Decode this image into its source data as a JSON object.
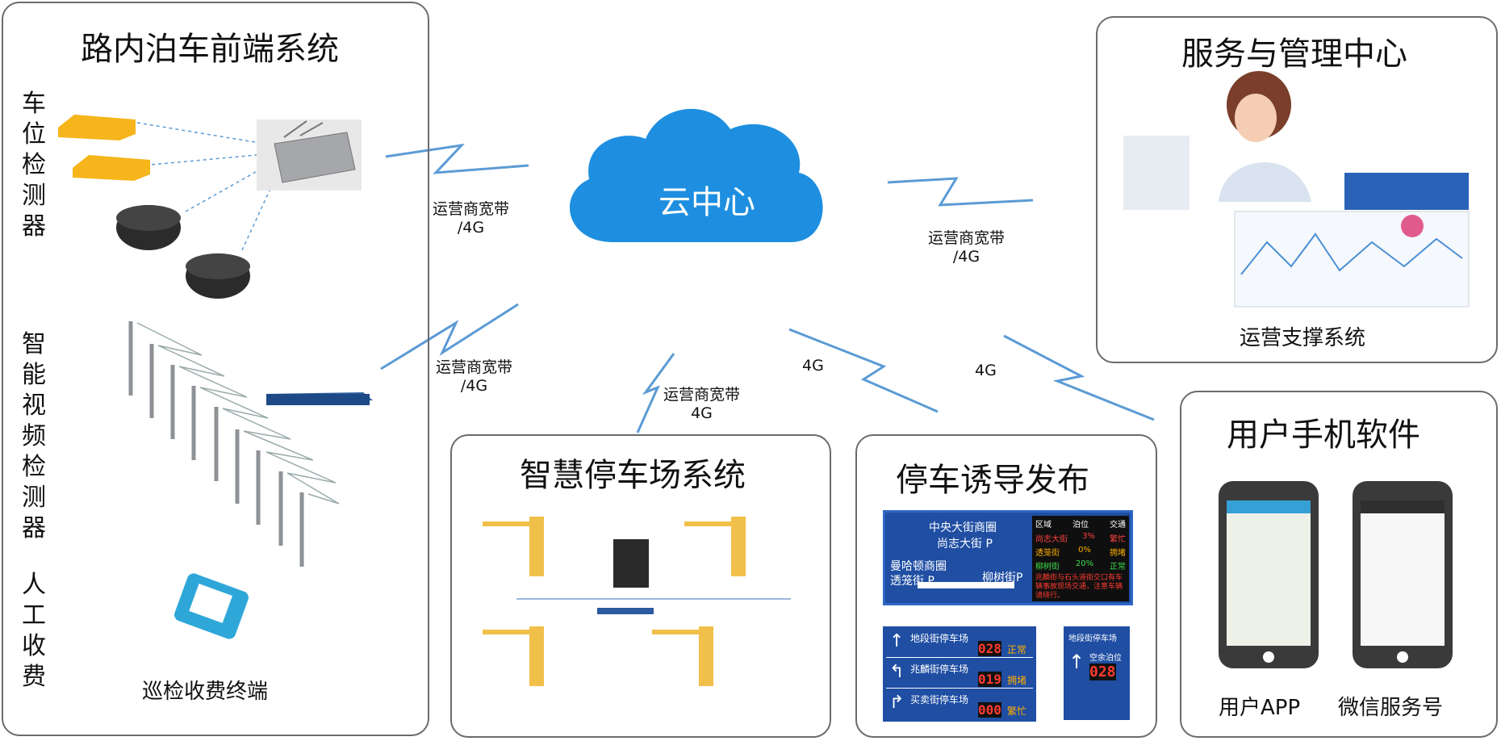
{
  "left_panel": {
    "title": "路内泊车前端系统",
    "detector_label": "车\n位\n检\n测\n器",
    "video_label": "智\n能\n视\n频\n检\n测\n器",
    "manual_label": "人\n工\n收\n费",
    "terminal_label": "巡检收费终端"
  },
  "cloud": {
    "label": "云中心"
  },
  "links": {
    "left_top": "运营商宽带\n/4G",
    "left_mid": "运营商宽带\n/4G",
    "center": "运营商宽带\n4G",
    "right_top": "运营商宽带\n/4G",
    "mid_right": "4G",
    "far_right": "4G"
  },
  "service_center": {
    "title": "服务与管理中心",
    "caption": "运营支撑系统"
  },
  "smart_parking": {
    "title": "智慧停车场系统"
  },
  "guidance": {
    "title": "停车诱导发布",
    "big_sign": {
      "area1": "中央大街商圈",
      "area1_street": "尚志大街 P",
      "area2": "曼哈顿商圈",
      "area2_street": "透笼街 P",
      "area3_street": "柳树街P",
      "headers": [
        "区域",
        "泊位",
        "交通"
      ],
      "rows": [
        [
          "尚志大街",
          "3%",
          "繁忙"
        ],
        [
          "透笼街",
          "0%",
          "拥堵"
        ],
        [
          "柳树街",
          "20%",
          "正常"
        ]
      ],
      "notice": "兆麟街与石头道街交口有车辆事故现场交通，注意车辆请绕行。"
    },
    "lots": [
      {
        "name": "地段街停车场",
        "value": "028",
        "status": "正常"
      },
      {
        "name": "兆麟街停车场",
        "value": "019",
        "status": "拥堵"
      },
      {
        "name": "买卖街停车场",
        "value": "000",
        "status": "繁忙"
      }
    ],
    "single": {
      "name": "地段街停车场",
      "sub": "空余泊位",
      "value": "028"
    }
  },
  "mobile": {
    "title": "用户手机软件",
    "app_label": "用户APP",
    "wechat_label": "微信服务号"
  },
  "colors": {
    "cloud": "#1e8fe0",
    "link": "#5b9bd5",
    "sign_blue": "#1f4ea3",
    "detector": "#f6b51a"
  }
}
